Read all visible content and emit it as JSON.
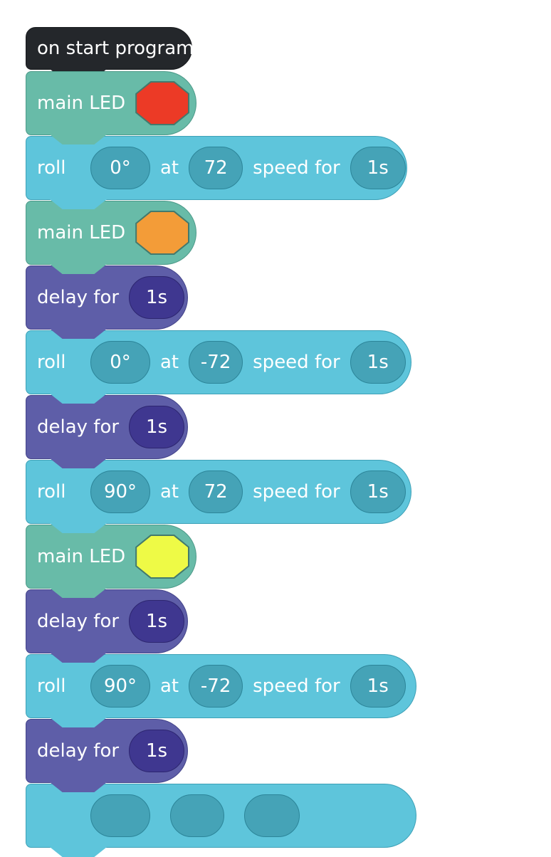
{
  "program": {
    "hat_label": "on start program",
    "blocks": [
      {
        "type": "led",
        "label": "main LED",
        "color": "#ec3a26",
        "color_name": "red"
      },
      {
        "type": "roll",
        "label": "roll",
        "heading": "0°",
        "at": "at",
        "speed": "72",
        "speed_for": "speed for",
        "duration": "1s"
      },
      {
        "type": "led",
        "label": "main LED",
        "color": "#f39c38",
        "color_name": "orange"
      },
      {
        "type": "delay",
        "label": "delay for",
        "duration": "1s"
      },
      {
        "type": "roll",
        "label": "roll",
        "heading": "0°",
        "at": "at",
        "speed": "-72",
        "speed_for": "speed for",
        "duration": "1s"
      },
      {
        "type": "delay",
        "label": "delay for",
        "duration": "1s"
      },
      {
        "type": "roll",
        "label": "roll",
        "heading": "90°",
        "at": "at",
        "speed": "72",
        "speed_for": "speed for",
        "duration": "1s"
      },
      {
        "type": "led",
        "label": "main LED",
        "color": "#eefa46",
        "color_name": "yellow"
      },
      {
        "type": "delay",
        "label": "delay for",
        "duration": "1s"
      },
      {
        "type": "roll",
        "label": "roll",
        "heading": "90°",
        "at": "at",
        "speed": "-72",
        "speed_for": "speed for",
        "duration": "1s"
      },
      {
        "type": "delay",
        "label": "delay for",
        "duration": "1s"
      },
      {
        "type": "roll",
        "label": "",
        "heading": "",
        "at": "",
        "speed": "",
        "speed_for": "",
        "duration": ""
      }
    ]
  },
  "colors": {
    "hat": "#24272b",
    "led_block": "#68bba8",
    "roll_block": "#5ec5db",
    "delay_block": "#5e5ea8",
    "roll_pill": "#45a3b7",
    "delay_pill": "#3f3790"
  }
}
